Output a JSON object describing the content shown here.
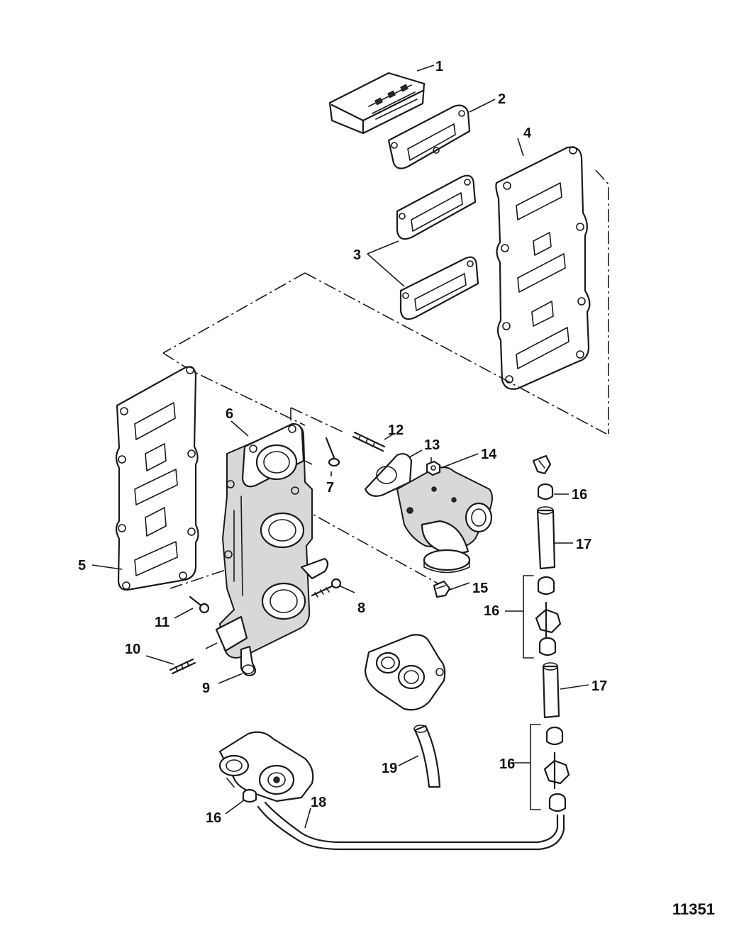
{
  "callouts": {
    "c1": "1",
    "c2": "2",
    "c3": "3",
    "c4": "4",
    "c5": "5",
    "c6": "6",
    "c7": "7",
    "c8": "8",
    "c9": "9",
    "c10": "10",
    "c11": "11",
    "c12": "12",
    "c13": "13",
    "c14": "14",
    "c15": "15",
    "c16a": "16",
    "c16b": "16",
    "c16c": "16",
    "c16d": "16",
    "c17a": "17",
    "c17b": "17",
    "c18": "18",
    "c19": "19"
  },
  "figure_number": "11351"
}
